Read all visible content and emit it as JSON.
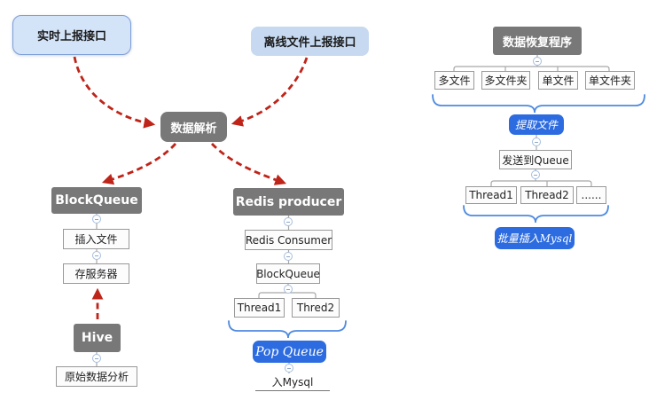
{
  "diagram": {
    "left_flow": {
      "realtime_api": "实时上报接口",
      "offline_api": "离线文件上报接口",
      "data_parse": "数据解析",
      "block_queue": "BlockQueue",
      "insert_file": "插入文件",
      "store_server": "存服务器",
      "hive": "Hive",
      "raw_data_analysis": "原始数据分析"
    },
    "redis_flow": {
      "redis_producer": "Redis producer",
      "redis_consumer": "Redis Consumer",
      "block_queue": "BlockQueue",
      "thread1": "Thread1",
      "thread2": "Thred2",
      "pop_queue": "Pop Queue",
      "into_mysql": "入Mysql"
    },
    "recovery_flow": {
      "title": "数据恢复程序",
      "multi_file": "多文件",
      "multi_folder": "多文件夹",
      "single_file": "单文件",
      "single_folder": "单文件夹",
      "extract_file": "提取文件",
      "send_to_queue": "发送到Queue",
      "thread1": "Thread1",
      "thread2": "Thread2",
      "more_threads": "......",
      "batch_insert_mysql": "批量插入Mysql"
    },
    "colors": {
      "gray_node": "#787878",
      "light_blue_fill": "#d3e3f8",
      "light_blue_border": "#7d9ed8",
      "blue_node": "#2d6ce0",
      "red_arrow": "#bf2419",
      "brace_blue": "#4e8ae0",
      "connector_gray": "#a8a8a8"
    }
  }
}
